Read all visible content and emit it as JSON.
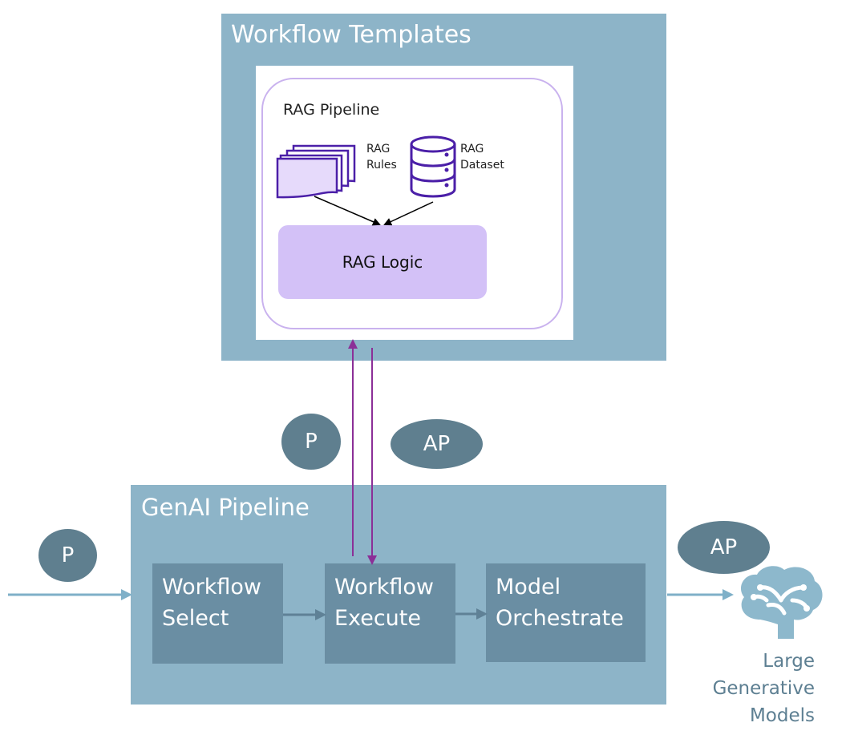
{
  "workflow_templates": {
    "title": "Workflow Templates",
    "rag_pipeline": {
      "title": "RAG Pipeline",
      "rules_label": "RAG\nRules",
      "dataset_label": "RAG\nDataset",
      "logic_label": "RAG Logic"
    }
  },
  "messages": {
    "prompt_upper": "P",
    "augmented_prompt_upper": "AP",
    "prompt_input": "P",
    "augmented_prompt_output": "AP"
  },
  "genai_pipeline": {
    "title": "GenAI Pipeline",
    "stages": [
      {
        "label": "Workflow\nSelect"
      },
      {
        "label": "Workflow\nExecute"
      },
      {
        "label": "Model\nOrchestrate"
      }
    ]
  },
  "models": {
    "label": "Large\nGenerative\nModels"
  },
  "colors": {
    "panel": "#8db4c8",
    "stage": "#6a8ea3",
    "badge": "#5f7f8f",
    "rag_logic": "#d3c1f7",
    "rag_border": "#c9b2ee",
    "purple_arrow": "#8b2f97",
    "flow_arrow": "#7fb0c8",
    "icon_purple": "#4b1fa8",
    "brain": "#8db8cc"
  }
}
